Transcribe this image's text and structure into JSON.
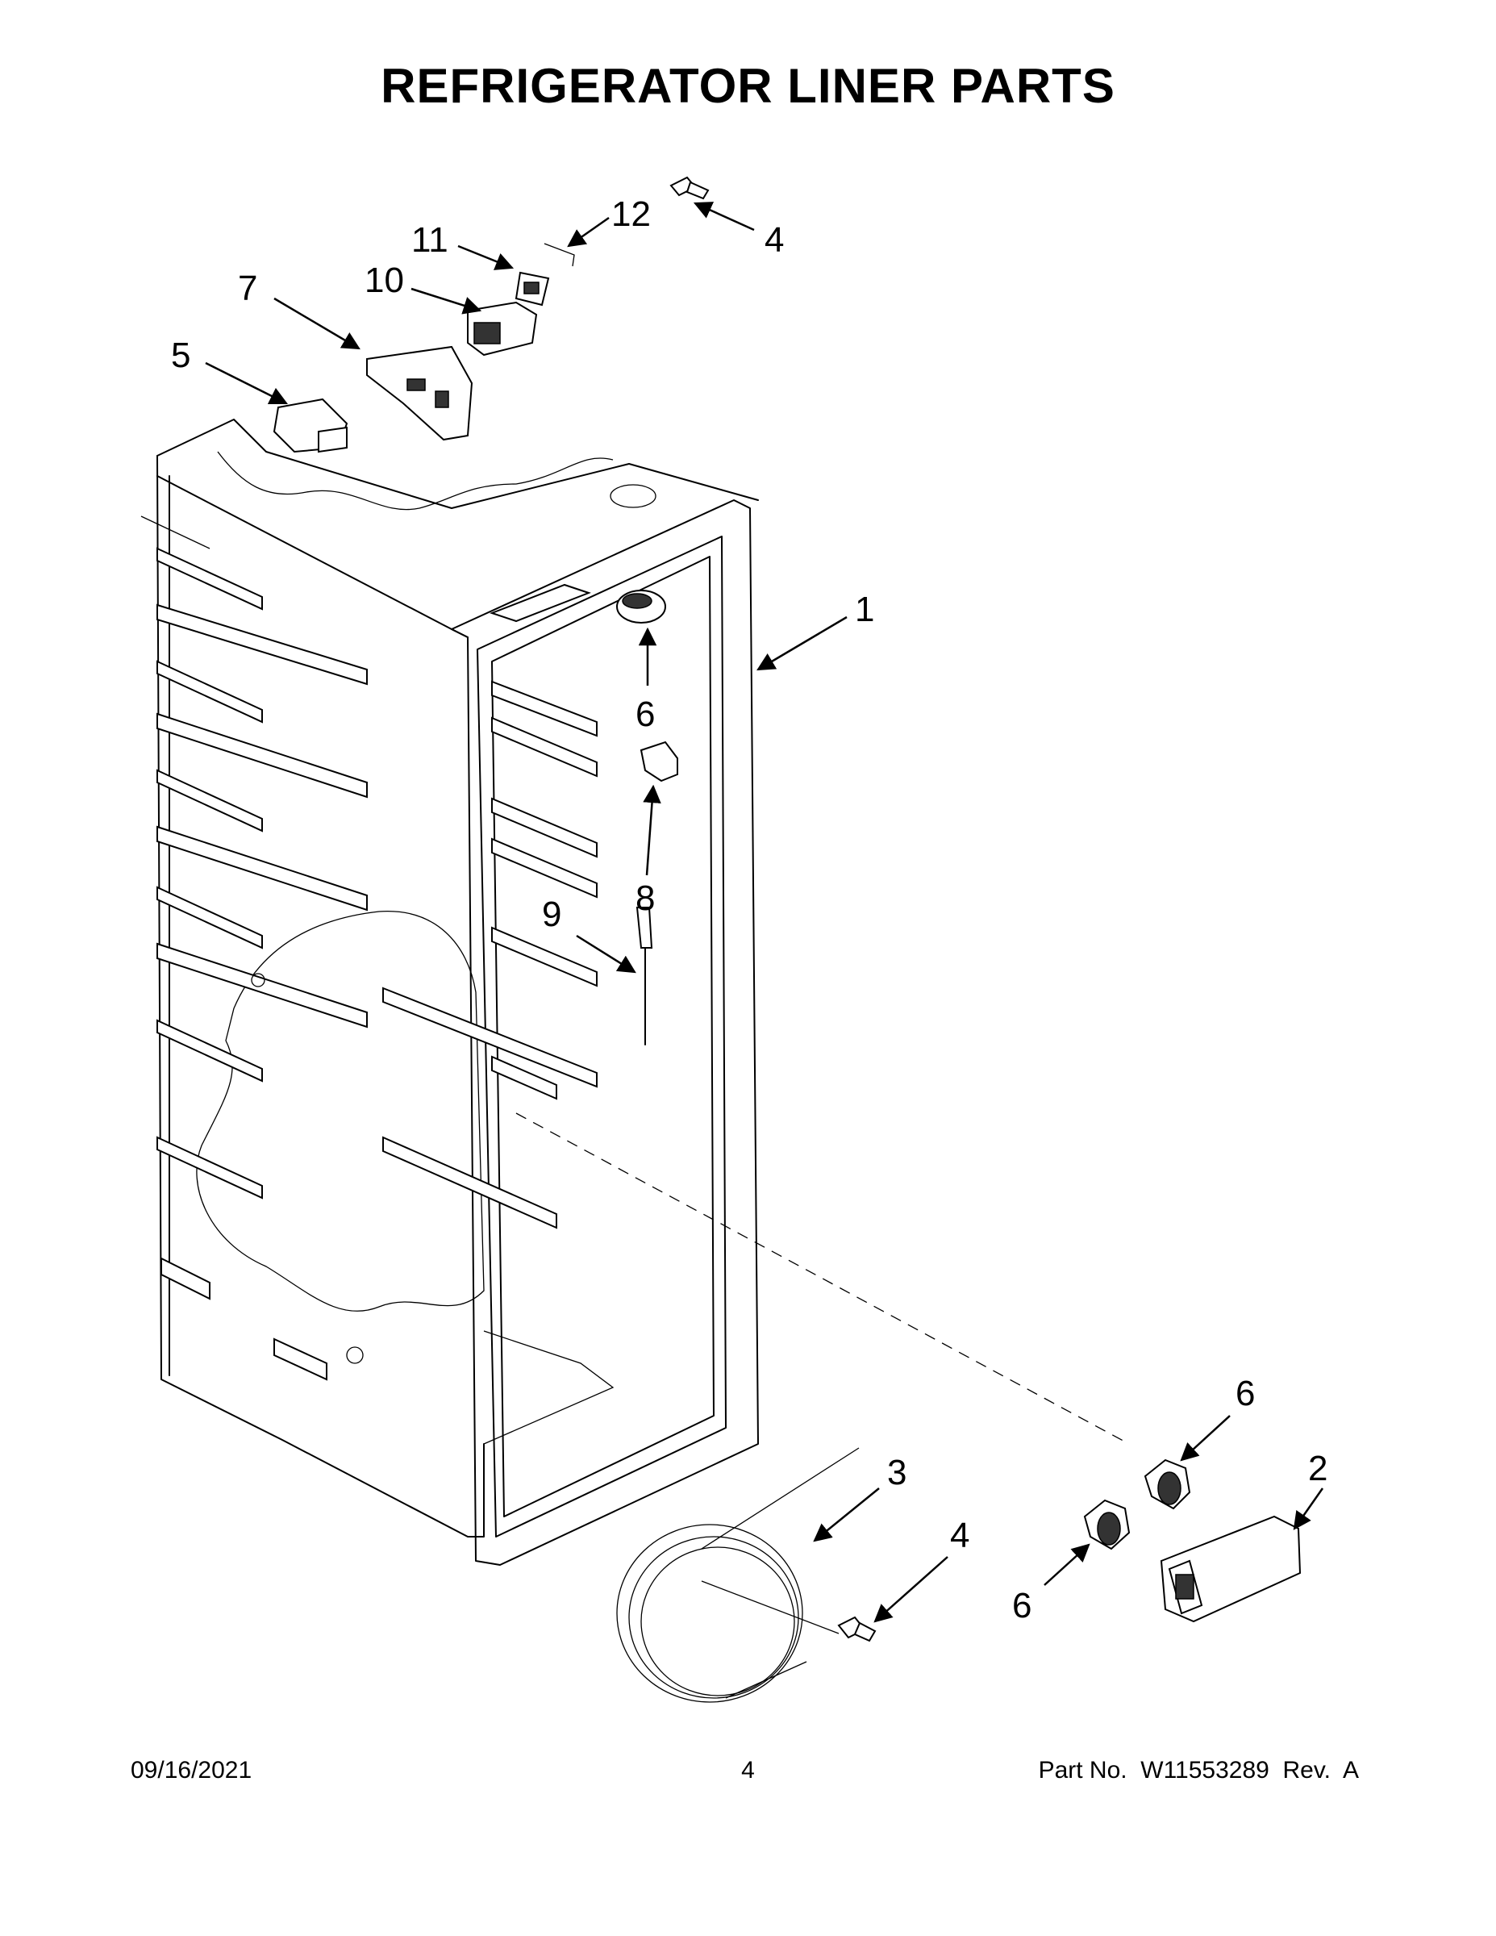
{
  "title": "REFRIGERATOR LINER PARTS",
  "callouts": {
    "c1": "1",
    "c2": "2",
    "c3": "3",
    "c4_top": "4",
    "c4_bottom": "4",
    "c5": "5",
    "c6_upper": "6",
    "c6_lower_right": "6",
    "c6_lower_left": "6",
    "c7": "7",
    "c8": "8",
    "c9": "9",
    "c10": "10",
    "c11": "11",
    "c12": "12"
  },
  "footer": {
    "date": "09/16/2021",
    "page": "4",
    "part": "Part No.  W11553289  Rev.  A"
  }
}
